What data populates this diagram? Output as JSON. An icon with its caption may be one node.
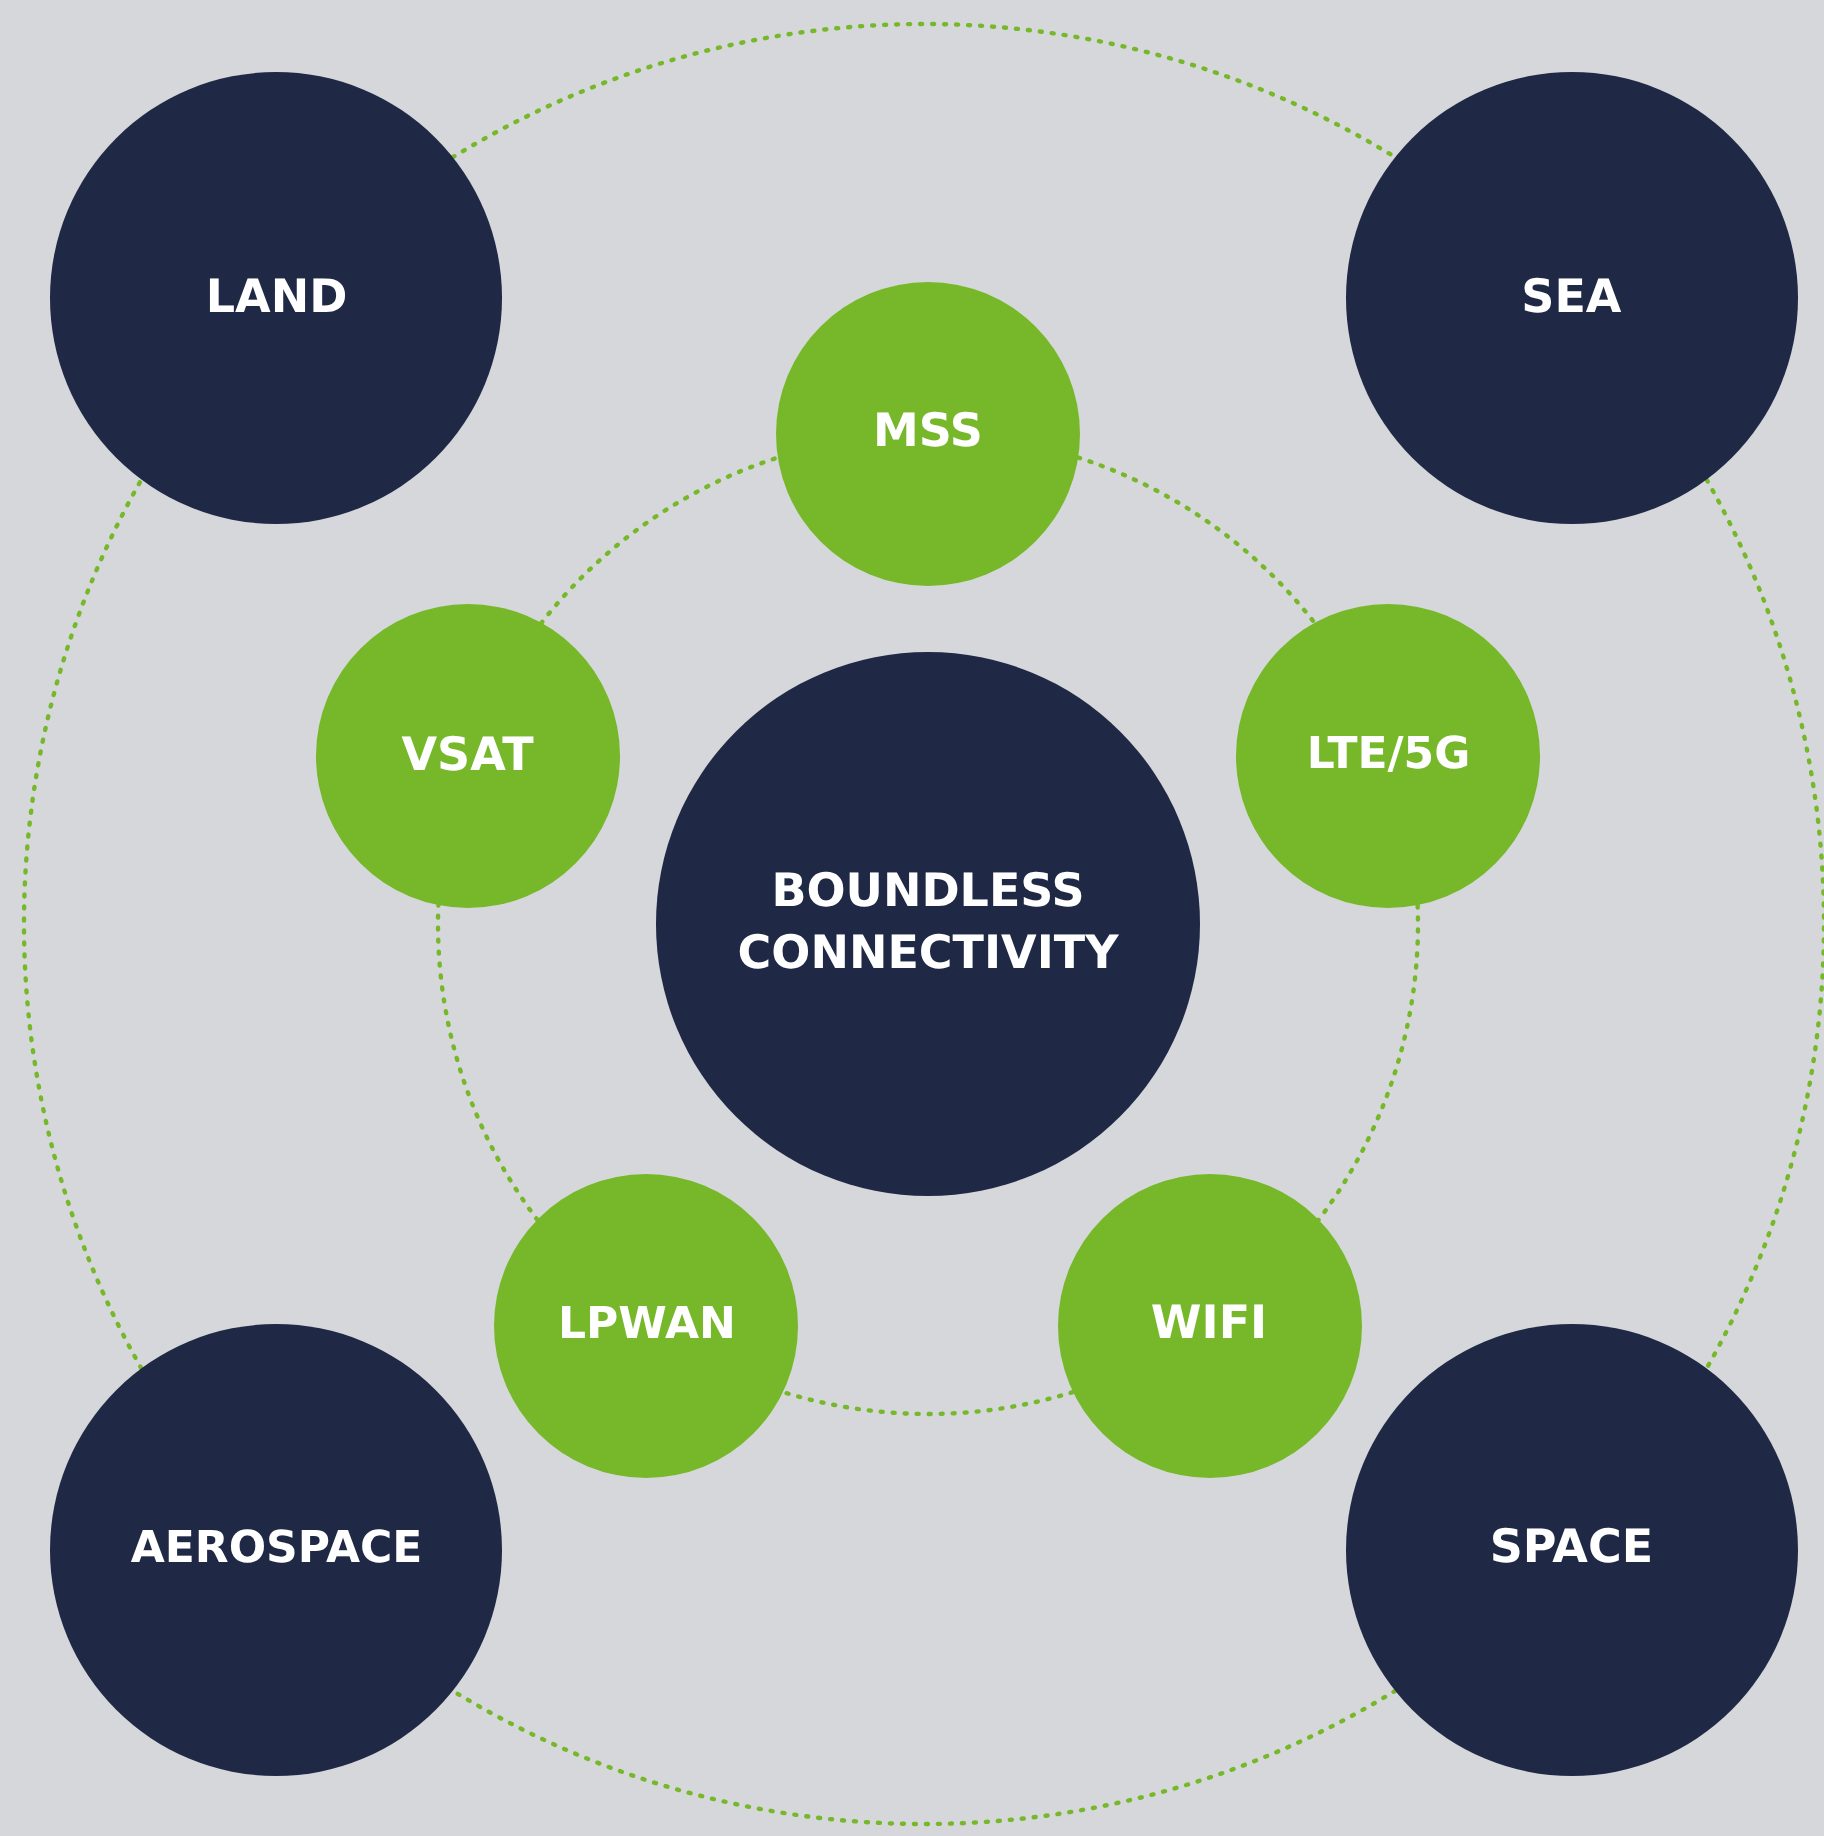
{
  "diagram": {
    "nodes": [
      {
        "text": [
          "BOUNDLESS CONNECTIVITY"
        ]
      },
      {
        "text": [
          "LAND"
        ]
      },
      {
        "text": [
          "SEA"
        ]
      },
      {
        "text": [
          "SPACE"
        ]
      },
      {
        "text": [
          "AEROSPACE"
        ]
      },
      {
        "text": [
          "MSS"
        ]
      },
      {
        "text": [
          "LTE/5G"
        ]
      },
      {
        "text": [
          "WIFI"
        ]
      },
      {
        "text": [
          "LPWAN"
        ]
      },
      {
        "text": [
          "VSAT"
        ]
      }
    ],
    "edges": [
      {
        "from": 1,
        "to": 2,
        "arrow": "none",
        "style": "dashed"
      },
      {
        "from": 2,
        "to": 3,
        "arrow": "none",
        "style": "dashed"
      },
      {
        "from": 3,
        "to": 4,
        "arrow": "none",
        "style": "dashed"
      },
      {
        "from": 4,
        "to": 1,
        "arrow": "none",
        "style": "dashed"
      },
      {
        "from": 5,
        "to": 6,
        "arrow": "none",
        "style": "dashed"
      },
      {
        "from": 6,
        "to": 7,
        "arrow": "none",
        "style": "dashed"
      },
      {
        "from": 7,
        "to": 8,
        "arrow": "none",
        "style": "dashed"
      },
      {
        "from": 8,
        "to": 9,
        "arrow": "none",
        "style": "dashed"
      },
      {
        "from": 9,
        "to": 5,
        "arrow": "none",
        "style": "dashed"
      }
    ]
  }
}
